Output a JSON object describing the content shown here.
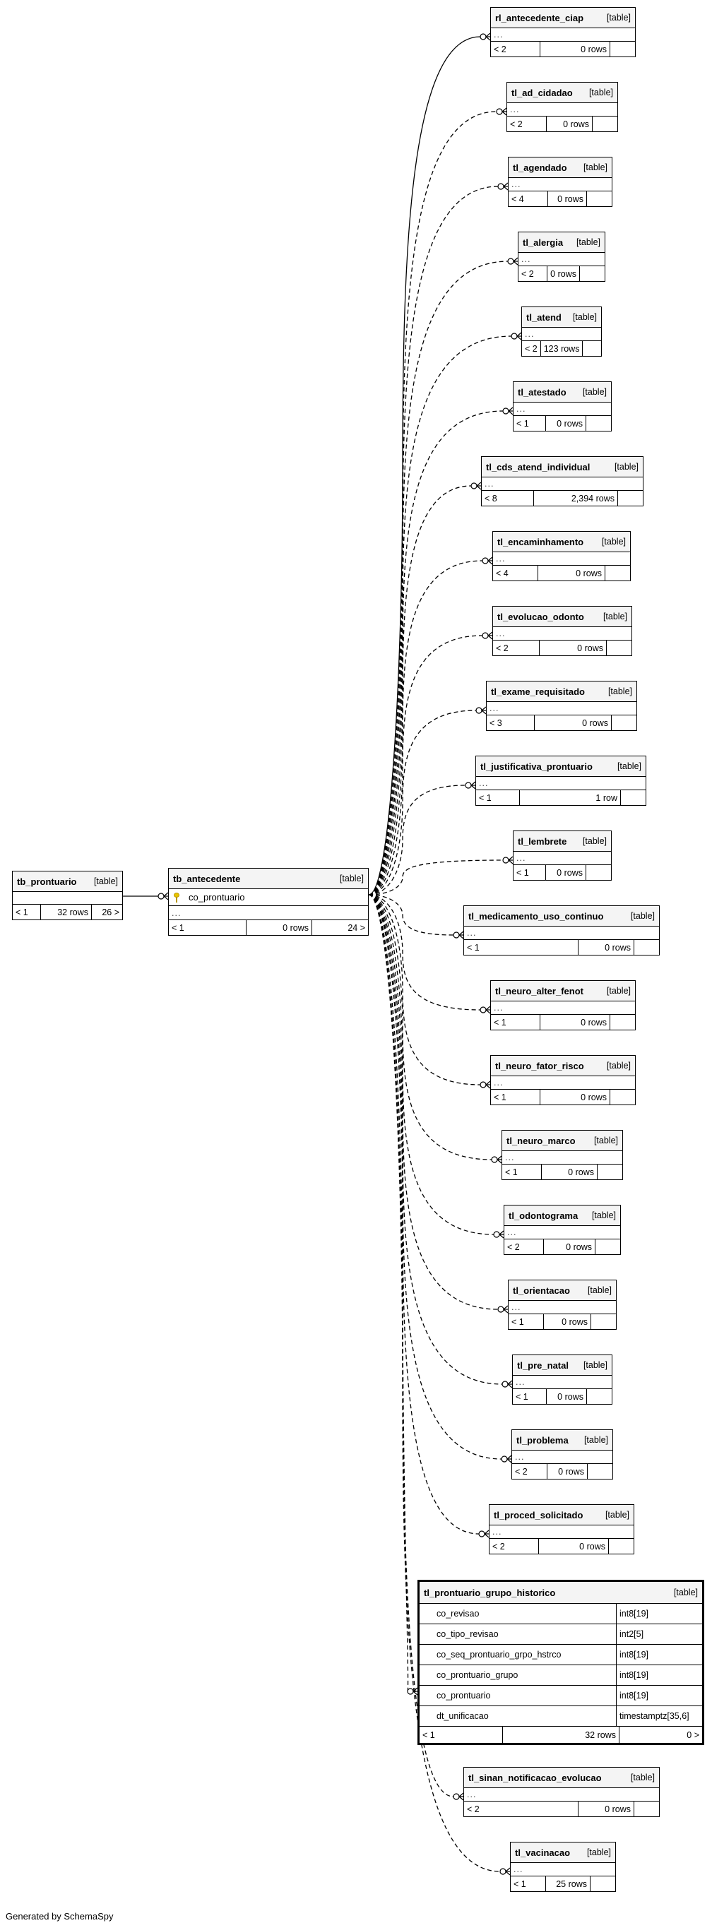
{
  "parent": {
    "name": "tb_prontuario",
    "type": "[table]",
    "min": "< 1",
    "rows": "32 rows",
    "max": "26 >"
  },
  "main": {
    "name": "tb_antecedente",
    "type": "[table]",
    "key_column": "co_prontuario",
    "ellipsis": "...",
    "min": "< 1",
    "rows": "0 rows",
    "max": "24 >"
  },
  "children": [
    {
      "name": "rl_antecedente_ciap",
      "type": "[table]",
      "ellipsis": "...",
      "min": "< 2",
      "rows": "0 rows"
    },
    {
      "name": "tl_ad_cidadao",
      "type": "[table]",
      "ellipsis": "...",
      "min": "< 2",
      "rows": "0 rows"
    },
    {
      "name": "tl_agendado",
      "type": "[table]",
      "ellipsis": "...",
      "min": "< 4",
      "rows": "0 rows"
    },
    {
      "name": "tl_alergia",
      "type": "[table]",
      "ellipsis": "...",
      "min": "< 2",
      "rows": "0 rows"
    },
    {
      "name": "tl_atend",
      "type": "[table]",
      "ellipsis": "...",
      "min": "< 2",
      "rows": "123 rows"
    },
    {
      "name": "tl_atestado",
      "type": "[table]",
      "ellipsis": "...",
      "min": "< 1",
      "rows": "0 rows"
    },
    {
      "name": "tl_cds_atend_individual",
      "type": "[table]",
      "ellipsis": "...",
      "min": "< 8",
      "rows": "2,394 rows"
    },
    {
      "name": "tl_encaminhamento",
      "type": "[table]",
      "ellipsis": "...",
      "min": "< 4",
      "rows": "0 rows"
    },
    {
      "name": "tl_evolucao_odonto",
      "type": "[table]",
      "ellipsis": "...",
      "min": "< 2",
      "rows": "0 rows"
    },
    {
      "name": "tl_exame_requisitado",
      "type": "[table]",
      "ellipsis": "...",
      "min": "< 3",
      "rows": "0 rows"
    },
    {
      "name": "tl_justificativa_prontuario",
      "type": "[table]",
      "ellipsis": "...",
      "min": "< 1",
      "rows": "1 row"
    },
    {
      "name": "tl_lembrete",
      "type": "[table]",
      "ellipsis": "...",
      "min": "< 1",
      "rows": "0 rows"
    },
    {
      "name": "tl_medicamento_uso_continuo",
      "type": "[table]",
      "ellipsis": "...",
      "min": "< 1",
      "rows": "0 rows"
    },
    {
      "name": "tl_neuro_alter_fenot",
      "type": "[table]",
      "ellipsis": "...",
      "min": "< 1",
      "rows": "0 rows"
    },
    {
      "name": "tl_neuro_fator_risco",
      "type": "[table]",
      "ellipsis": "...",
      "min": "< 1",
      "rows": "0 rows"
    },
    {
      "name": "tl_neuro_marco",
      "type": "[table]",
      "ellipsis": "...",
      "min": "< 1",
      "rows": "0 rows"
    },
    {
      "name": "tl_odontograma",
      "type": "[table]",
      "ellipsis": "...",
      "min": "< 2",
      "rows": "0 rows"
    },
    {
      "name": "tl_orientacao",
      "type": "[table]",
      "ellipsis": "...",
      "min": "< 1",
      "rows": "0 rows"
    },
    {
      "name": "tl_pre_natal",
      "type": "[table]",
      "ellipsis": "...",
      "min": "< 1",
      "rows": "0 rows"
    },
    {
      "name": "tl_problema",
      "type": "[table]",
      "ellipsis": "...",
      "min": "< 2",
      "rows": "0 rows"
    },
    {
      "name": "tl_proced_solicitado",
      "type": "[table]",
      "ellipsis": "...",
      "min": "< 2",
      "rows": "0 rows"
    }
  ],
  "grupo_historico": {
    "name": "tl_prontuario_grupo_historico",
    "type": "[table]",
    "columns": [
      {
        "name": "co_revisao",
        "type": "int8[19]"
      },
      {
        "name": "co_tipo_revisao",
        "type": "int2[5]"
      },
      {
        "name": "co_seq_prontuario_grpo_hstrco",
        "type": "int8[19]"
      },
      {
        "name": "co_prontuario_grupo",
        "type": "int8[19]"
      },
      {
        "name": "co_prontuario",
        "type": "int8[19]"
      },
      {
        "name": "dt_unificacao",
        "type": "timestamptz[35,6]"
      }
    ],
    "min": "< 1",
    "rows": "32 rows",
    "max": "0 >"
  },
  "children_bottom": [
    {
      "name": "tl_sinan_notificacao_evolucao",
      "type": "[table]",
      "ellipsis": "...",
      "min": "< 2",
      "rows": "0 rows"
    },
    {
      "name": "tl_vacinacao",
      "type": "[table]",
      "ellipsis": "...",
      "min": "< 1",
      "rows": "25 rows"
    }
  ],
  "footer": {
    "generated_by": "Generated by SchemaSpy"
  }
}
